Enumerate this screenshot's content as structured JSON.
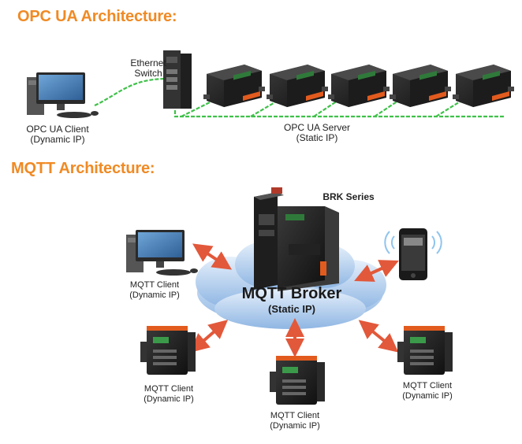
{
  "opc": {
    "title": "OPC UA Architecture:",
    "switch_label_1": "Ethernet",
    "switch_label_2": "Switch",
    "client_label_1": "OPC UA Client",
    "client_label_2": "(Dynamic IP)",
    "server_label_1": "OPC UA Server",
    "server_label_2": "(Static IP)"
  },
  "mqtt": {
    "title": "MQTT Architecture:",
    "series_label": "BRK Series",
    "broker_title": "MQTT Broker",
    "broker_subtitle": "(Static IP)",
    "clients": [
      {
        "line1": "MQTT Client",
        "line2": "(Dynamic IP)"
      },
      {
        "line1": "MQTT Client",
        "line2": "(Dynamic IP)"
      },
      {
        "line1": "MQTT Client",
        "line2": "(Dynamic IP)"
      },
      {
        "line1": "MQTT Client",
        "line2": "(Dynamic IP)"
      }
    ]
  },
  "colors": {
    "heading": "#f08a24",
    "link": "#3fc14a",
    "arrow": "#e2583a",
    "cloud": "#b9d4f0"
  }
}
